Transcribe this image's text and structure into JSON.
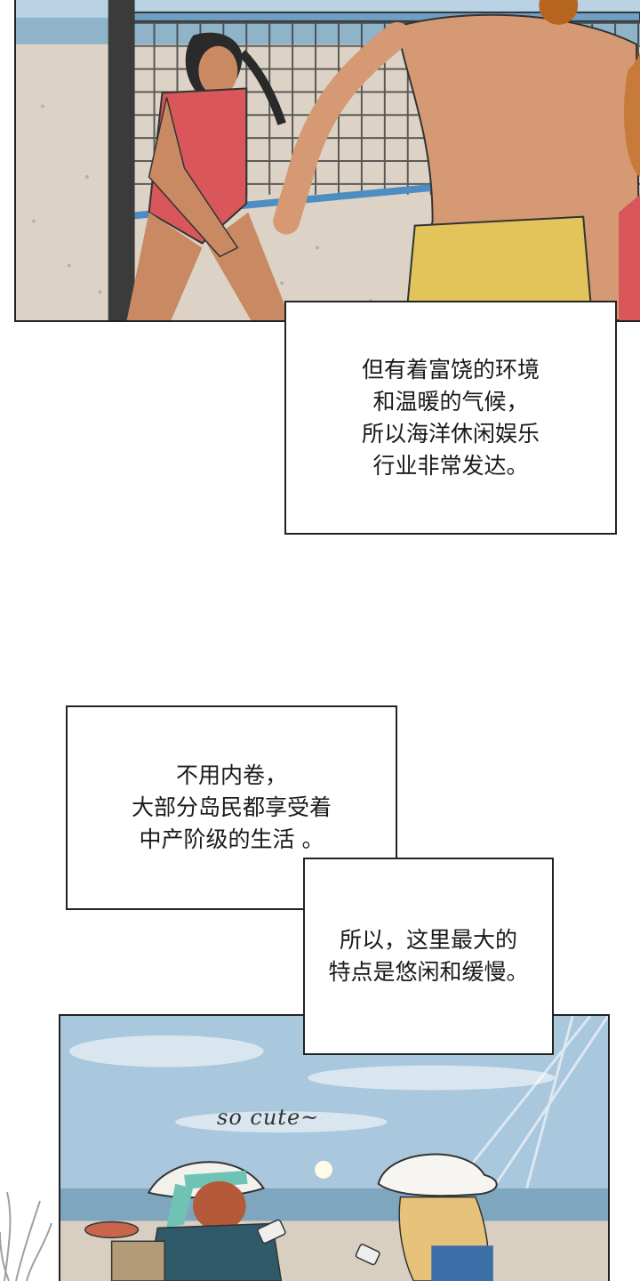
{
  "captions": {
    "caption_1": {
      "lines": [
        "但有着富饶的环境",
        "和温暖的气候，",
        "所以海洋休闲娱乐",
        "行业非常发达。"
      ]
    },
    "caption_2": {
      "lines": [
        "不用内卷，",
        "大部分岛民都享受着",
        "中产阶级的生活 。"
      ]
    },
    "caption_3": {
      "lines": [
        "所以，这里最大的",
        "特点是悠闲和缓慢。"
      ]
    }
  },
  "sfx": {
    "so_cute": "so cute~"
  },
  "colors": {
    "sky": "#a9c7dd",
    "sea": "#7fa6bf",
    "sand": "#d9cfc0",
    "skin": "#c98a63",
    "swimsuit": "#d9565a",
    "shorts": "#e2c45a",
    "hat": "#f3f1ec",
    "ribbon": "#6fc3b4"
  }
}
